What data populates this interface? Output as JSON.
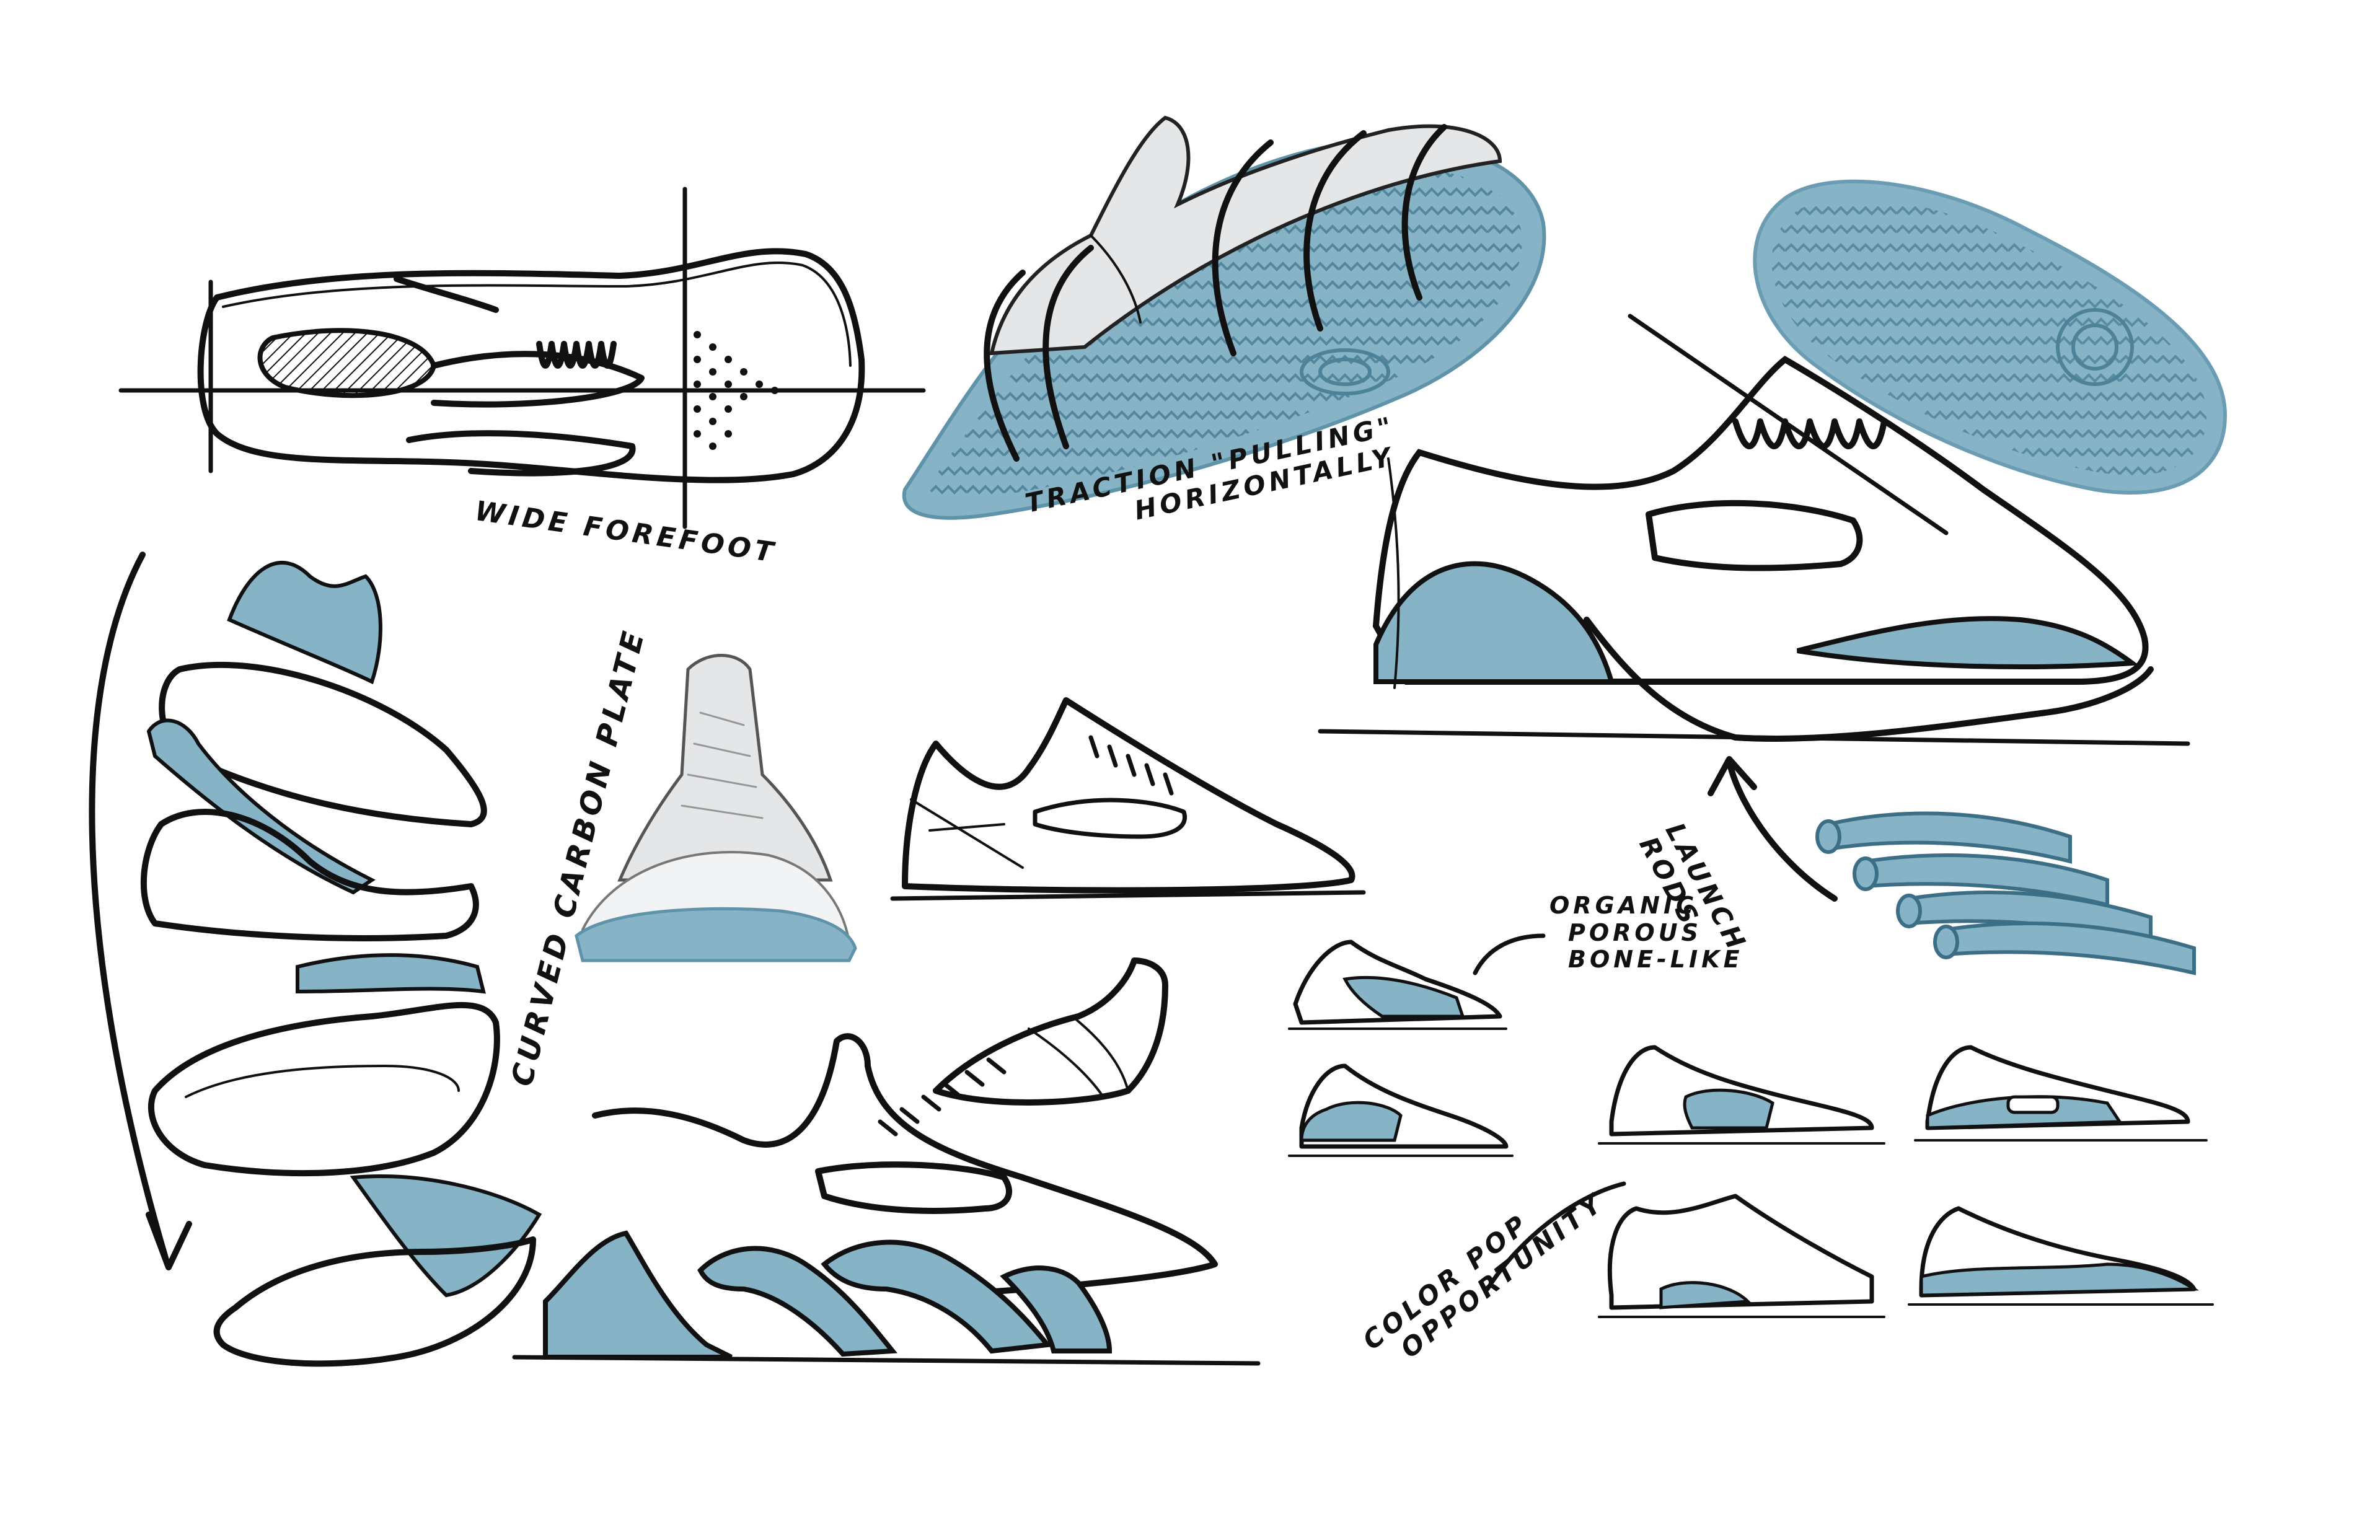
{
  "colors": {
    "ink": "#111111",
    "accent_blue": "#86b3c6",
    "accent_blue_dark": "#5f93aa",
    "gray_shade": "#d9dadb",
    "paper": "#ffffff"
  },
  "annotations": {
    "wide_forefoot": "WIDE FOREFOOT",
    "traction_line1": "TRACTION \"PULLING\"",
    "traction_line2": "HORIZONTALLY",
    "carbon_plate": "CURVED CARBON PLATE",
    "launch_rods_line1": "LAUNCH",
    "launch_rods_line2": "RODS",
    "organic_line1": "ORGANIC",
    "organic_line2": "POROUS",
    "organic_line3": "BONE-LIKE",
    "color_pop_line1": "COLOR POP",
    "color_pop_line2": "OPPORTUNITY"
  },
  "sketches": [
    "top-view-outline-sketch",
    "outsole-traction-render",
    "outsole-pattern-render",
    "large-side-profile-sketch",
    "launch-rods-sketch",
    "carbon-plate-exploded-sketches",
    "front-view-render",
    "mid-side-sketch",
    "slip-on-sketch",
    "large-blue-side-sketch",
    "thumbnail-variants-grid"
  ]
}
